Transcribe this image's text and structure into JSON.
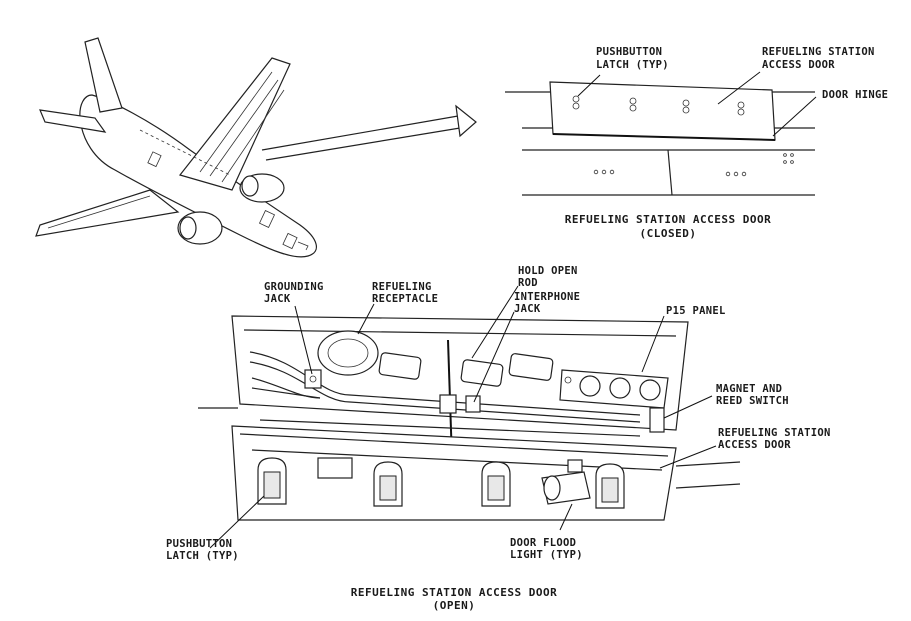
{
  "closed_view": {
    "labels": {
      "pushbutton_latch_1": "PUSHBUTTON",
      "pushbutton_latch_2": "LATCH (TYP)",
      "access_door_1": "REFUELING STATION",
      "access_door_2": "ACCESS DOOR",
      "door_hinge": "DOOR HINGE"
    },
    "caption_1": "REFUELING STATION ACCESS DOOR",
    "caption_2": "(CLOSED)"
  },
  "open_view": {
    "labels": {
      "grounding_jack_1": "GROUNDING",
      "grounding_jack_2": "JACK",
      "refueling_receptacle_1": "REFUELING",
      "refueling_receptacle_2": "RECEPTACLE",
      "hold_open_rod_1": "HOLD OPEN",
      "hold_open_rod_2": "ROD",
      "interphone_jack_1": "INTERPHONE",
      "interphone_jack_2": "JACK",
      "p15_panel": "P15 PANEL",
      "magnet_reed_1": "MAGNET AND",
      "magnet_reed_2": "REED SWITCH",
      "access_door_1": "REFUELING STATION",
      "access_door_2": "ACCESS DOOR",
      "pushbutton_latch_1": "PUSHBUTTON",
      "pushbutton_latch_2": "LATCH (TYP)",
      "flood_light_1": "DOOR FLOOD",
      "flood_light_2": "LIGHT (TYP)"
    },
    "caption_1": "REFUELING STATION ACCESS DOOR",
    "caption_2": "(OPEN)"
  }
}
